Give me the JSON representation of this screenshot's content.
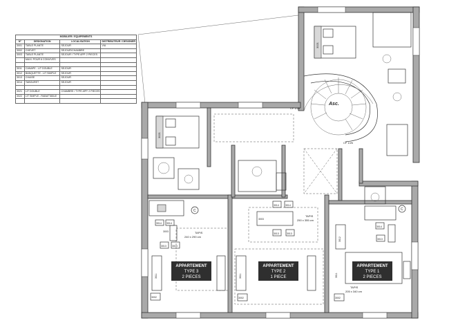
{
  "legend": {
    "title": "MOBILIER / EQUIPEMENTS",
    "headers": [
      "N°",
      "DESIGNATION",
      "LOCALISATION",
      "DISTRIBUTEUR / DESIGNER"
    ],
    "rows": [
      [
        "3001",
        "TABLE PLANTE",
        "SEJOUR",
        "VIA"
      ],
      [
        "3002",
        "CHEVET",
        "SEJOUR/CHAMBRE",
        ""
      ],
      [
        "3003",
        "TABLE PLANTE",
        "SEJOUR / TYPE APP. 2 PIECES",
        ""
      ],
      [
        "",
        "MAXI. POUR 6 CONVIVES",
        "",
        ""
      ],
      [
        "",
        "",
        "",
        ""
      ],
      [
        "3011",
        "CANAPE - LIT DOUBLE",
        "SEJOUR",
        ""
      ],
      [
        "3012",
        "BANQUETTE - LIT SIMPLE",
        "SEJOUR",
        ""
      ],
      [
        "3013",
        "CHAISE",
        "SEJOUR",
        ""
      ],
      [
        "3014",
        "TABOURET",
        "SEJOUR",
        ""
      ],
      [
        "",
        "",
        "",
        ""
      ],
      [
        "3021",
        "LIT DOUBLE",
        "CHAMBRE / TYPE APP. 2 PIECES",
        ""
      ],
      [
        "3022",
        "LIT SIMPLE - RABATTABLE",
        "",
        ""
      ],
      [
        "",
        "",
        "",
        ""
      ]
    ]
  },
  "plan": {
    "elevator": "Asc.",
    "fire_door_1": "CF 1/2h",
    "fire_door_2": "CF 1/2h",
    "apartments": [
      {
        "title": "APPARTEMENT",
        "type": "TYPE 3",
        "rooms": "2 PIECES",
        "rug": "TAPIS",
        "rug_size": "240 x 290 cm"
      },
      {
        "title": "APPARTEMENT",
        "type": "TYPE 2",
        "rooms": "1 PIECE",
        "rug": "TAPIS",
        "rug_size": "250 x 355 cm"
      },
      {
        "title": "APPARTEMENT",
        "type": "TYPE 1",
        "rooms": "2 PIECES",
        "rug": "TAPIS",
        "rug_size": "205 x 340 cm"
      }
    ],
    "tags": {
      "bed_double_top": "3021",
      "bed_double_left": "3021",
      "table_a": "3003",
      "table_b": "3003",
      "sofa_a": "3011",
      "sofa_b": "3011",
      "sofa_c": "3011",
      "bench": "3012",
      "chair_a1": "3013",
      "chair_a2": "3013",
      "chair_b1": "3013",
      "chair_b2": "3013",
      "chair_c1": "3013",
      "stool_a1": "3014",
      "stool_a2": "3014",
      "stool_b1": "3014",
      "stool_b2": "3014",
      "stool_c1": "3014",
      "nightstand_a": "3002",
      "nightstand_b": "3002",
      "nightstand_c": "3002"
    },
    "kitchen_mark": "C"
  }
}
